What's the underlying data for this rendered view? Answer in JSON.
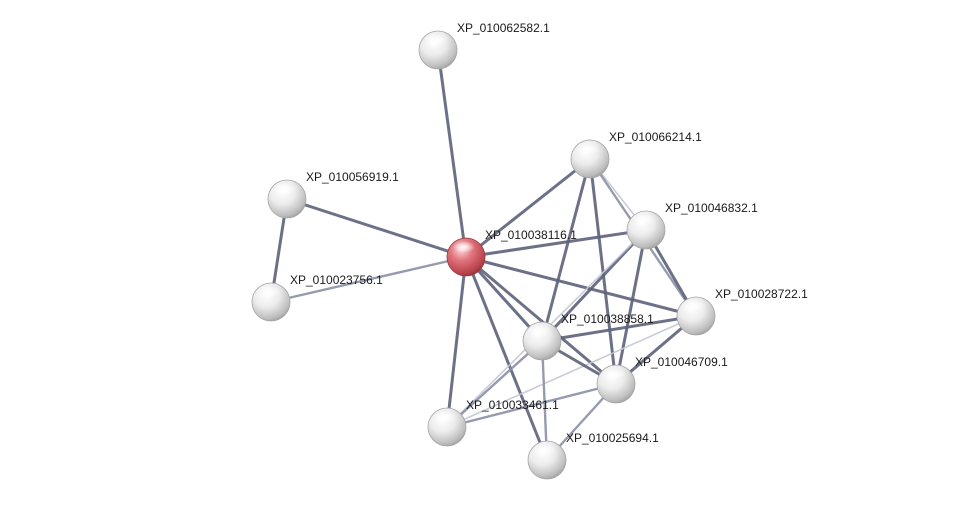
{
  "network": {
    "colors": {
      "query_node": "#d9545c",
      "node": "#e6e6e6",
      "edge_strong": "#5c627a",
      "edge_medium": "#8a8fa6",
      "edge_weak": "#c3c6d4"
    },
    "query_node": "XP_010038116.1",
    "nodes": [
      {
        "id": "XP_010062582.1",
        "label": "XP_010062582.1",
        "query": false
      },
      {
        "id": "XP_010066214.1",
        "label": "XP_010066214.1",
        "query": false
      },
      {
        "id": "XP_010056919.1",
        "label": "XP_010056919.1",
        "query": false
      },
      {
        "id": "XP_010046832.1",
        "label": "XP_010046832.1",
        "query": false
      },
      {
        "id": "XP_010038116.1",
        "label": "XP_010038116.1",
        "query": true
      },
      {
        "id": "XP_010023756.1",
        "label": "XP_010023756.1",
        "query": false
      },
      {
        "id": "XP_010028722.1",
        "label": "XP_010028722.1",
        "query": false
      },
      {
        "id": "XP_010038858.1",
        "label": "XP_010038858.1",
        "query": false
      },
      {
        "id": "XP_010046709.1",
        "label": "XP_010046709.1",
        "query": false
      },
      {
        "id": "XP_010033461.1",
        "label": "XP_010033461.1",
        "query": false
      },
      {
        "id": "XP_010025694.1",
        "label": "XP_010025694.1",
        "query": false
      }
    ],
    "edges": [
      {
        "source": "XP_010038116.1",
        "target": "XP_010062582.1",
        "strength": "strong"
      },
      {
        "source": "XP_010038116.1",
        "target": "XP_010056919.1",
        "strength": "strong"
      },
      {
        "source": "XP_010038116.1",
        "target": "XP_010023756.1",
        "strength": "medium"
      },
      {
        "source": "XP_010056919.1",
        "target": "XP_010023756.1",
        "strength": "strong"
      },
      {
        "source": "XP_010038116.1",
        "target": "XP_010066214.1",
        "strength": "strong"
      },
      {
        "source": "XP_010038116.1",
        "target": "XP_010046832.1",
        "strength": "strong"
      },
      {
        "source": "XP_010038116.1",
        "target": "XP_010028722.1",
        "strength": "strong"
      },
      {
        "source": "XP_010038116.1",
        "target": "XP_010038858.1",
        "strength": "strong"
      },
      {
        "source": "XP_010038116.1",
        "target": "XP_010046709.1",
        "strength": "strong"
      },
      {
        "source": "XP_010038116.1",
        "target": "XP_010033461.1",
        "strength": "strong"
      },
      {
        "source": "XP_010038116.1",
        "target": "XP_010025694.1",
        "strength": "strong"
      },
      {
        "source": "XP_010066214.1",
        "target": "XP_010046832.1",
        "strength": "weak"
      },
      {
        "source": "XP_010066214.1",
        "target": "XP_010028722.1",
        "strength": "medium"
      },
      {
        "source": "XP_010066214.1",
        "target": "XP_010038858.1",
        "strength": "strong"
      },
      {
        "source": "XP_010066214.1",
        "target": "XP_010046709.1",
        "strength": "strong"
      },
      {
        "source": "XP_010046832.1",
        "target": "XP_010028722.1",
        "strength": "strong"
      },
      {
        "source": "XP_010046832.1",
        "target": "XP_010038858.1",
        "strength": "strong"
      },
      {
        "source": "XP_010046832.1",
        "target": "XP_010046709.1",
        "strength": "strong"
      },
      {
        "source": "XP_010046832.1",
        "target": "XP_010033461.1",
        "strength": "weak"
      },
      {
        "source": "XP_010028722.1",
        "target": "XP_010038858.1",
        "strength": "strong"
      },
      {
        "source": "XP_010028722.1",
        "target": "XP_010046709.1",
        "strength": "strong"
      },
      {
        "source": "XP_010028722.1",
        "target": "XP_010033461.1",
        "strength": "weak"
      },
      {
        "source": "XP_010038858.1",
        "target": "XP_010046709.1",
        "strength": "strong"
      },
      {
        "source": "XP_010038858.1",
        "target": "XP_010033461.1",
        "strength": "medium"
      },
      {
        "source": "XP_010038858.1",
        "target": "XP_010025694.1",
        "strength": "medium"
      },
      {
        "source": "XP_010046709.1",
        "target": "XP_010033461.1",
        "strength": "medium"
      },
      {
        "source": "XP_010046709.1",
        "target": "XP_010025694.1",
        "strength": "medium"
      }
    ]
  }
}
